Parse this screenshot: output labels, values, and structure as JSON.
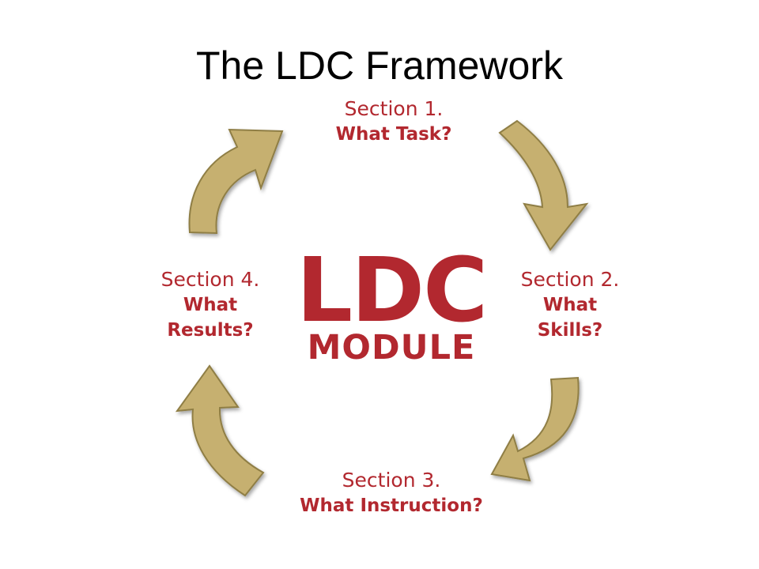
{
  "title": "The LDC Framework",
  "center": {
    "main": "LDC",
    "sub": "MODULE"
  },
  "sections": [
    {
      "label": "Section 1.",
      "question": "What Task?"
    },
    {
      "label": "Section 2.",
      "question_l1": "What",
      "question_l2": "Skills?"
    },
    {
      "label": "Section 3.",
      "question": "What Instruction?"
    },
    {
      "label": "Section 4.",
      "question_l1": "What",
      "question_l2": "Results?"
    }
  ],
  "colors": {
    "arrow_fill": "#c6b06f",
    "arrow_stroke": "#8f7e45",
    "text_red": "#b2282f"
  }
}
